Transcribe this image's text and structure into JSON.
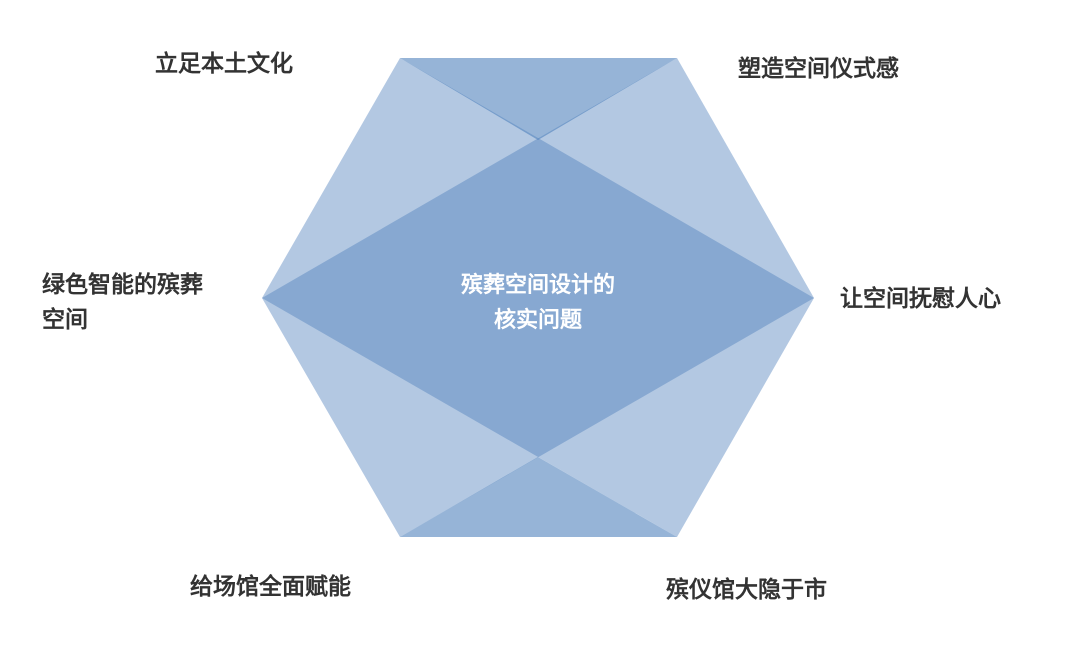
{
  "diagram": {
    "center_title": "殡葬空间设计的\n核实问题",
    "labels": {
      "top_left": "立足本土文化",
      "top_right": "塑造空间仪式感",
      "left": "绿色智能的殡葬\n空间",
      "right": "让空间抚慰人心",
      "bottom_left": "给场馆全面赋能",
      "bottom_right": "殡仪馆大隐于市"
    },
    "colors": {
      "fill": "#4a7dba",
      "text": "#333333",
      "center_text": "#ffffff",
      "background": "#ffffff"
    }
  }
}
